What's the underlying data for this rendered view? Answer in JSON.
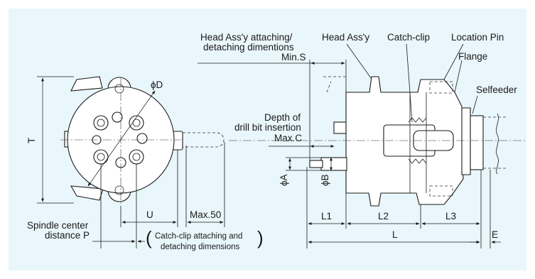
{
  "colors": {
    "panel_background": "#e9f6fb",
    "page_background": "#ffffff",
    "line": "#1a1a1a"
  },
  "labels": {
    "head_attach": "Head Ass'y attaching/",
    "head_attach_2": "detaching dimentions",
    "min_s": "Min.S",
    "head_assy": "Head Ass'y",
    "catch_clip": "Catch-clip",
    "location_pin": "Location Pin",
    "flange": "Flange",
    "selfeeder": "Selfeeder",
    "depth_1": "Depth of",
    "depth_2": "drill bit insertion",
    "max_c": "Max.C",
    "phi_d": "ϕD",
    "t": "T",
    "phi_a": "ϕA",
    "phi_b": "ϕB",
    "u": "U",
    "max_50": "Max.50",
    "spindle_1": "Spindle center",
    "spindle_2": "distance P",
    "catch_note_1": "Catch-clip attaching and",
    "catch_note_2": "detaching dimensions",
    "l1": "L1",
    "l2": "L2",
    "l3": "L3",
    "l": "L",
    "e": "E"
  }
}
